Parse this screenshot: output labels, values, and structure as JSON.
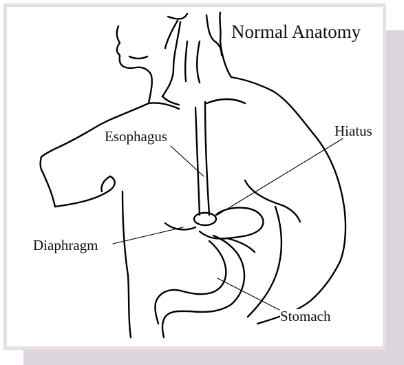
{
  "title": "Normal Anatomy",
  "labels": {
    "esophagus": "Esophagus",
    "hiatus": "Hiatus",
    "diaphragm": "Diaphragm",
    "stomach": "Stomach"
  },
  "colors": {
    "frame_border": "#e8dfe2",
    "shadow": "#ddd5de",
    "line": "#000000"
  }
}
